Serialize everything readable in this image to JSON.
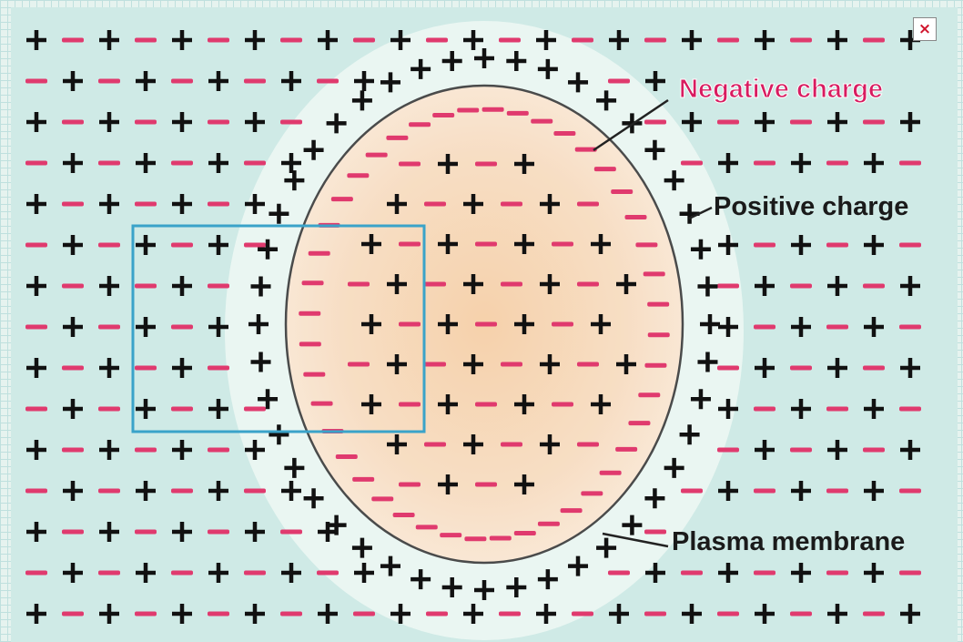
{
  "labels": {
    "negative": "Negative charge",
    "positive": "Positive charge",
    "membrane": "Plasma membrane"
  },
  "symbols": {
    "plus": "+",
    "minus": "–",
    "close": "×"
  },
  "colors": {
    "background": "#cfeae6",
    "glow": "#eaf6f2",
    "cell_fill": "#f9dcc0",
    "cell_core": "#f8d2aa",
    "membrane": "#3d3d3d",
    "plus": "#111111",
    "minus": "#e03a6e",
    "label_negative": "#d81c60",
    "label_text": "#1a1a1a",
    "highlight_box": "#3aa3c9",
    "close_icon": "#d0142c"
  }
}
